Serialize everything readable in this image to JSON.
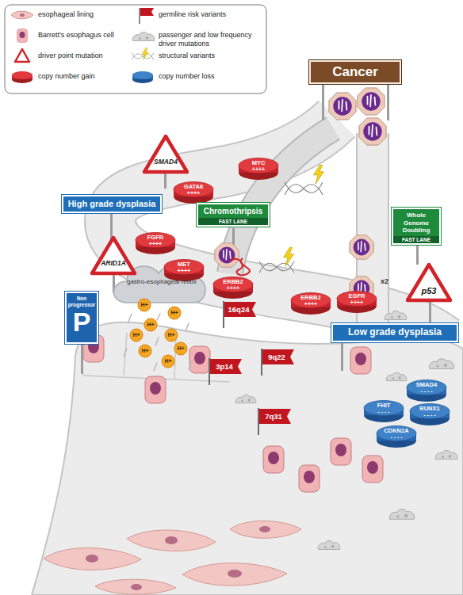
{
  "diagram": {
    "nodes": [
      {
        "text": [
          "Cancer"
        ]
      },
      {
        "text": [
          "SMAD4"
        ]
      },
      {
        "text": [
          "MYC",
          "++++"
        ]
      },
      {
        "text": [
          "GATA6",
          "++++"
        ]
      },
      {
        "text": [
          "High grade dysplasia"
        ]
      },
      {
        "text": [
          "Chromothripsis",
          "FAST LANE"
        ]
      },
      {
        "text": [
          "Whole Genome Doubling",
          "FAST LANE"
        ]
      },
      {
        "text": [
          "FGFR",
          "++++"
        ]
      },
      {
        "text": [
          "ARID1A"
        ]
      },
      {
        "text": [
          "MET",
          "++++"
        ]
      },
      {
        "text": [
          "ERBB2",
          "++++"
        ]
      },
      {
        "text": [
          "ERBB2",
          "++++"
        ]
      },
      {
        "text": [
          "EGFR",
          "++++"
        ]
      },
      {
        "text": [
          "p53"
        ]
      },
      {
        "text": [
          "Non progressor",
          "P"
        ]
      },
      {
        "text": [
          "Low grade dysplasia"
        ]
      },
      {
        "text": [
          "SMAD4",
          "- - - -"
        ]
      },
      {
        "text": [
          "FHIT",
          "- - - -"
        ]
      },
      {
        "text": [
          "RUNX1",
          "- - - -"
        ]
      },
      {
        "text": [
          "CDKN2A",
          "- - - -"
        ]
      },
      {
        "text": [
          "16q24"
        ]
      },
      {
        "text": [
          "3p14"
        ]
      },
      {
        "text": [
          "9q22"
        ]
      },
      {
        "text": [
          "7q31"
        ]
      }
    ],
    "labels": [
      "gastro-esophageal reflux",
      "H+",
      "H+",
      "H+",
      "H+",
      "H+",
      "H+",
      "H+",
      "H+",
      "x2"
    ],
    "legend": [
      {
        "text": "esophageal lining"
      },
      {
        "text": "germline risk variants"
      },
      {
        "text": "Barrett's esophagus cell"
      },
      {
        "text": "passenger and low frequency driver mutations"
      },
      {
        "text": "driver point mutation"
      },
      {
        "text": "structural variants"
      },
      {
        "text": "copy number gain"
      },
      {
        "text": "copy number loss"
      }
    ]
  }
}
